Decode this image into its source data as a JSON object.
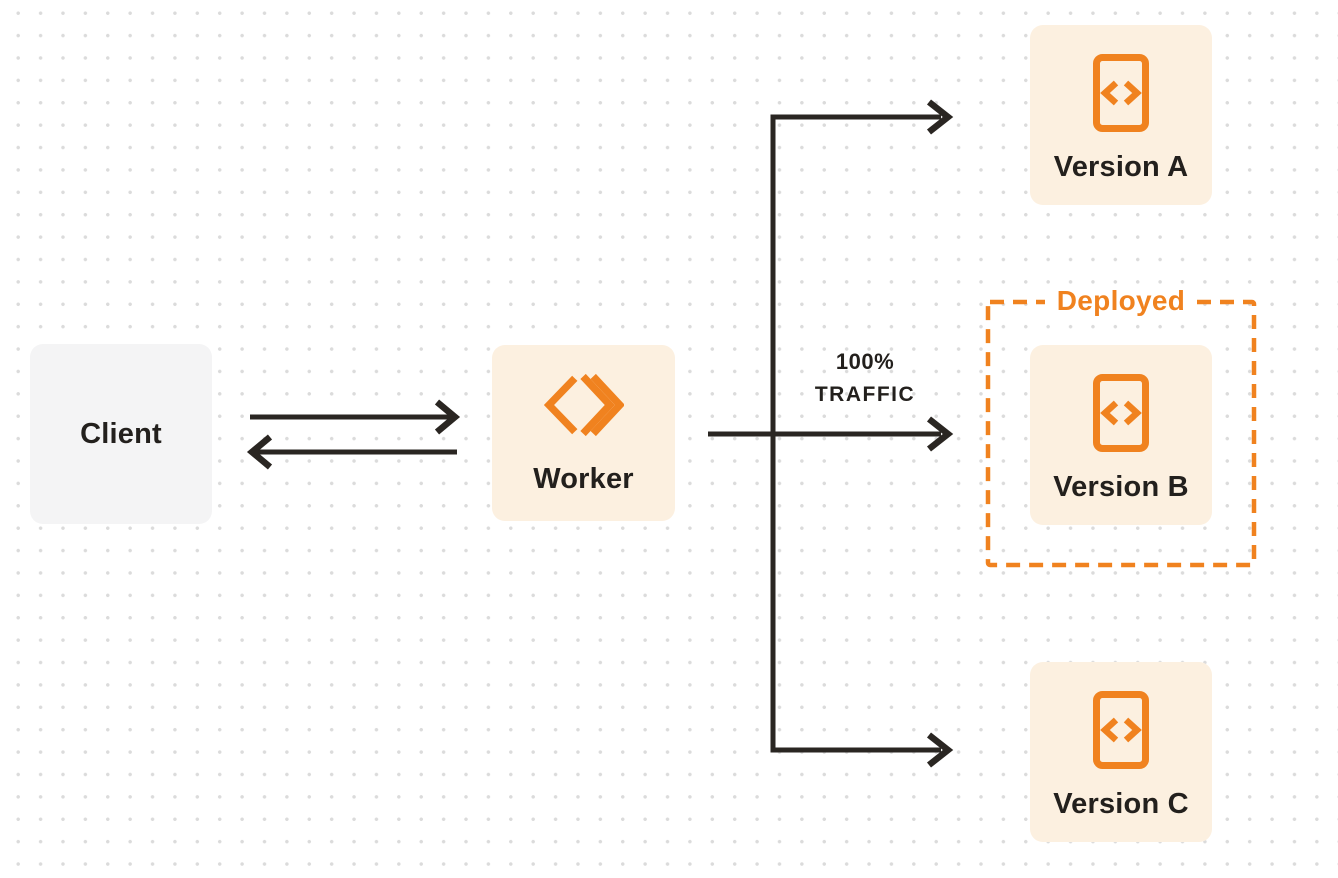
{
  "colors": {
    "accent_orange": "#f0821f",
    "cream_bg": "#fcf0e0",
    "client_bg": "#f4f4f5",
    "arrow_dark": "#2a2622",
    "text_dark": "#23201d",
    "dot_color": "#dbdbdb",
    "page_bg": "#ffffff"
  },
  "nodes": {
    "client": {
      "label": "Client"
    },
    "worker": {
      "label": "Worker",
      "icon": "workers-logo-icon"
    },
    "version_a": {
      "label": "Version A",
      "icon": "code-file-icon"
    },
    "version_b": {
      "label": "Version B",
      "icon": "code-file-icon"
    },
    "version_c": {
      "label": "Version C",
      "icon": "code-file-icon"
    }
  },
  "annotations": {
    "deployed": {
      "label": "Deployed"
    },
    "traffic": {
      "line1": "100%",
      "line2": "TRAFFIC"
    }
  },
  "edges": [
    {
      "from": "client",
      "to": "worker",
      "bidirectional": true
    },
    {
      "from": "worker",
      "to": "version_a"
    },
    {
      "from": "worker",
      "to": "version_b",
      "label": "100% TRAFFIC"
    },
    {
      "from": "worker",
      "to": "version_c"
    }
  ]
}
